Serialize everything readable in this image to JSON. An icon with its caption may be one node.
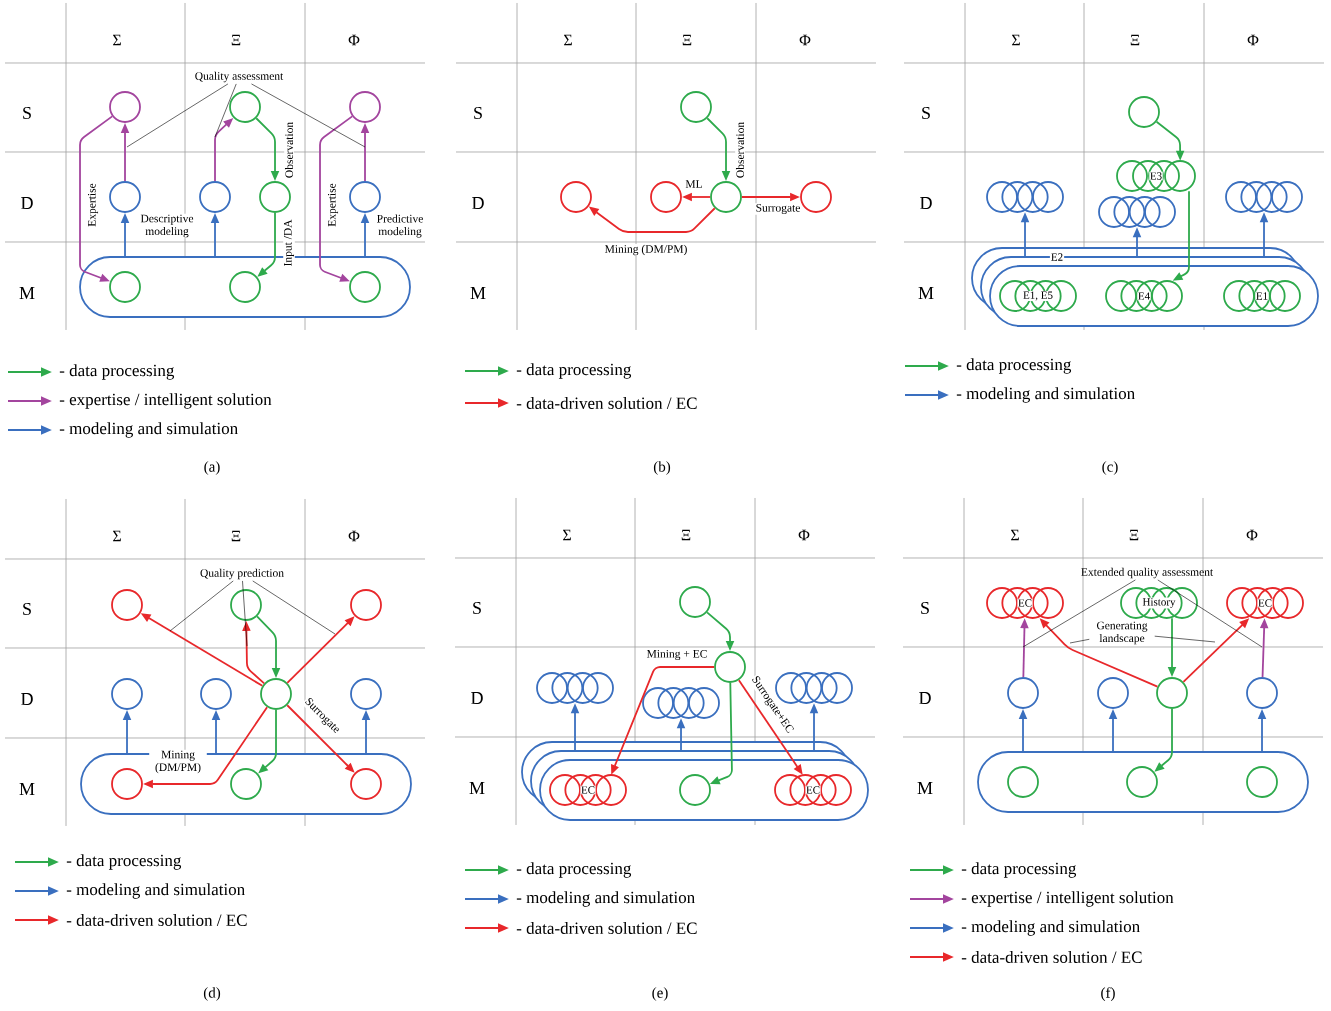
{
  "diagram": {
    "nodes": [
      {
        "text": [
          "Quality assessment"
        ]
      },
      {
        "text": [],
        "shape": "circle"
      },
      {
        "text": [],
        "shape": "circle"
      },
      {
        "text": [],
        "shape": "circle"
      },
      {
        "text": [],
        "shape": "circle"
      },
      {
        "text": [],
        "shape": "circle"
      },
      {
        "text": [],
        "shape": "circle"
      },
      {
        "text": [],
        "shape": "circle"
      },
      {
        "text": [],
        "shape": "band"
      },
      {
        "text": [],
        "shape": "circle",
        "in": 8
      },
      {
        "text": [],
        "shape": "circle",
        "in": 8
      },
      {
        "text": [],
        "shape": "circle",
        "in": 8
      },
      {
        "text": [],
        "shape": "circle"
      },
      {
        "text": [],
        "shape": "circle"
      },
      {
        "text": [],
        "shape": "circle"
      },
      {
        "text": [],
        "shape": "circle"
      },
      {
        "text": [],
        "shape": "circle"
      },
      {
        "text": [],
        "shape": "circle"
      },
      {
        "text": [
          "E3"
        ]
      },
      {
        "text": [],
        "shape": "stack"
      },
      {
        "text": [],
        "shape": "stack"
      },
      {
        "text": [],
        "shape": "stack"
      },
      {
        "text": [],
        "shape": "band"
      },
      {
        "text": [
          "E1, E5"
        ],
        "in": 22
      },
      {
        "text": [
          "E4"
        ],
        "in": 22
      },
      {
        "text": [
          "E1"
        ],
        "in": 22
      },
      {
        "text": [
          "Quality prediction"
        ]
      },
      {
        "text": [],
        "shape": "circle"
      },
      {
        "text": [],
        "shape": "circle"
      },
      {
        "text": [],
        "shape": "circle"
      },
      {
        "text": [],
        "shape": "circle"
      },
      {
        "text": [],
        "shape": "circle"
      },
      {
        "text": [],
        "shape": "circle"
      },
      {
        "text": [],
        "shape": "circle"
      },
      {
        "text": [],
        "shape": "band"
      },
      {
        "text": [],
        "shape": "circle",
        "in": 34
      },
      {
        "text": [],
        "shape": "circle",
        "in": 34
      },
      {
        "text": [],
        "shape": "circle",
        "in": 34
      },
      {
        "text": [],
        "shape": "circle"
      },
      {
        "text": [],
        "shape": "circle"
      },
      {
        "text": [],
        "shape": "stack"
      },
      {
        "text": [],
        "shape": "stack"
      },
      {
        "text": [],
        "shape": "stack"
      },
      {
        "text": [],
        "shape": "band"
      },
      {
        "text": [
          "EC"
        ],
        "in": 43
      },
      {
        "text": [],
        "shape": "circle",
        "in": 43
      },
      {
        "text": [
          "EC"
        ],
        "in": 43
      },
      {
        "text": [
          "Extended quality assessment"
        ]
      },
      {
        "text": [
          "EC"
        ]
      },
      {
        "text": [
          "History"
        ]
      },
      {
        "text": [
          "EC"
        ]
      },
      {
        "text": [
          "Generating landscape"
        ]
      },
      {
        "text": [],
        "shape": "circle"
      },
      {
        "text": [],
        "shape": "circle"
      },
      {
        "text": [],
        "shape": "circle"
      },
      {
        "text": [],
        "shape": "circle"
      },
      {
        "text": [],
        "shape": "band"
      },
      {
        "text": [],
        "shape": "circle",
        "in": 56
      },
      {
        "text": [],
        "shape": "circle",
        "in": 56
      },
      {
        "text": [],
        "shape": "circle",
        "in": 56
      }
    ],
    "edges": [
      {
        "from": 1,
        "to": 9,
        "arrow": "to",
        "color": "#a3459e",
        "label": "Expertise"
      },
      {
        "from": 4,
        "to": 1,
        "arrow": "to",
        "color": "#a3459e"
      },
      {
        "from": 8,
        "to": 4,
        "arrow": "to",
        "color": "#3a6fbf",
        "label": "Descriptive modeling"
      },
      {
        "from": 8,
        "to": 5,
        "arrow": "to",
        "color": "#3a6fbf"
      },
      {
        "from": 5,
        "to": 2,
        "arrow": "to",
        "color": "#a3459e"
      },
      {
        "from": 2,
        "to": 6,
        "arrow": "to",
        "color": "#2eaa4c",
        "label": "Observation"
      },
      {
        "from": 6,
        "to": 10,
        "arrow": "to",
        "color": "#2eaa4c",
        "label": "Input /DA"
      },
      {
        "from": 3,
        "to": 11,
        "arrow": "to",
        "color": "#a3459e",
        "label": "Expertise"
      },
      {
        "from": 7,
        "to": 3,
        "arrow": "to",
        "color": "#a3459e"
      },
      {
        "from": 8,
        "to": 7,
        "arrow": "to",
        "color": "#3a6fbf",
        "label": "Predictive modeling"
      },
      {
        "from": 0,
        "to": null,
        "arrow": "none",
        "color": "#000000"
      },
      {
        "from": 0,
        "to": null,
        "arrow": "none",
        "color": "#000000"
      },
      {
        "from": 0,
        "to": null,
        "arrow": "none",
        "color": "#000000"
      },
      {
        "from": 12,
        "to": 15,
        "arrow": "to",
        "color": "#2eaa4c",
        "label": "Observation"
      },
      {
        "from": 15,
        "to": 14,
        "arrow": "to",
        "color": "#e8282b",
        "label": "ML"
      },
      {
        "from": 15,
        "to": 16,
        "arrow": "to",
        "color": "#e8282b",
        "label": "Surrogate"
      },
      {
        "from": 15,
        "to": 13,
        "arrow": "to",
        "color": "#e8282b",
        "label": "Mining (DM/PM)"
      },
      {
        "from": 17,
        "to": 18,
        "arrow": "to",
        "color": "#2eaa4c"
      },
      {
        "from": 18,
        "to": 24,
        "arrow": "to",
        "color": "#2eaa4c"
      },
      {
        "from": 22,
        "to": 19,
        "arrow": "to",
        "color": "#3a6fbf"
      },
      {
        "from": 22,
        "to": 20,
        "arrow": "to",
        "color": "#3a6fbf"
      },
      {
        "from": 22,
        "to": 21,
        "arrow": "to",
        "color": "#3a6fbf"
      },
      {
        "from": 32,
        "to": 27,
        "arrow": "to",
        "color": "#e8282b"
      },
      {
        "from": 32,
        "to": 28,
        "arrow": "to",
        "color": "#e8282b"
      },
      {
        "from": 28,
        "to": 32,
        "arrow": "to",
        "color": "#2eaa4c"
      },
      {
        "from": 32,
        "to": 29,
        "arrow": "to",
        "color": "#e8282b"
      },
      {
        "from": 32,
        "to": 37,
        "arrow": "to",
        "color": "#e8282b",
        "label": "Surrogate"
      },
      {
        "from": 32,
        "to": 35,
        "arrow": "to",
        "color": "#e8282b",
        "label": "Mining (DM/PM)"
      },
      {
        "from": 32,
        "to": 36,
        "arrow": "to",
        "color": "#2eaa4c"
      },
      {
        "from": 34,
        "to": 30,
        "arrow": "to",
        "color": "#3a6fbf"
      },
      {
        "from": 34,
        "to": 31,
        "arrow": "to",
        "color": "#3a6fbf"
      },
      {
        "from": 34,
        "to": 33,
        "arrow": "to",
        "color": "#3a6fbf"
      },
      {
        "from": 26,
        "to": null,
        "arrow": "none",
        "color": "#000000"
      },
      {
        "from": 26,
        "to": null,
        "arrow": "none",
        "color": "#000000"
      },
      {
        "from": 26,
        "to": null,
        "arrow": "none",
        "color": "#000000"
      },
      {
        "from": 38,
        "to": 39,
        "arrow": "to",
        "color": "#2eaa4c"
      },
      {
        "from": 39,
        "to": 44,
        "arrow": "to",
        "color": "#e8282b",
        "label": "Mining + EC"
      },
      {
        "from": 39,
        "to": 45,
        "arrow": "to",
        "color": "#2eaa4c"
      },
      {
        "from": 39,
        "to": 46,
        "arrow": "to",
        "color": "#e8282b",
        "label": "Surrogate+EC"
      },
      {
        "from": 43,
        "to": 40,
        "arrow": "to",
        "color": "#3a6fbf"
      },
      {
        "from": 43,
        "to": 41,
        "arrow": "to",
        "color": "#3a6fbf"
      },
      {
        "from": 43,
        "to": 42,
        "arrow": "to",
        "color": "#3a6fbf"
      },
      {
        "from": 52,
        "to": 48,
        "arrow": "to",
        "color": "#a3459e"
      },
      {
        "from": 55,
        "to": 50,
        "arrow": "to",
        "color": "#a3459e"
      },
      {
        "from": 49,
        "to": 54,
        "arrow": "to",
        "color": "#2eaa4c"
      },
      {
        "from": 54,
        "to": 48,
        "arrow": "to",
        "color": "#e8282b"
      },
      {
        "from": 54,
        "to": 50,
        "arrow": "to",
        "color": "#e8282b"
      },
      {
        "from": 54,
        "to": 58,
        "arrow": "to",
        "color": "#2eaa4c"
      },
      {
        "from": 56,
        "to": 52,
        "arrow": "to",
        "color": "#3a6fbf"
      },
      {
        "from": 56,
        "to": 53,
        "arrow": "to",
        "color": "#3a6fbf"
      },
      {
        "from": 56,
        "to": 55,
        "arrow": "to",
        "color": "#3a6fbf"
      },
      {
        "from": 47,
        "to": null,
        "arrow": "none",
        "color": "#000000"
      },
      {
        "from": 47,
        "to": null,
        "arrow": "none",
        "color": "#000000"
      },
      {
        "from": 51,
        "to": null,
        "arrow": "none",
        "color": "#000000"
      },
      {
        "from": 51,
        "to": null,
        "arrow": "none",
        "color": "#000000"
      }
    ],
    "labels": [
      "Σ",
      "Ξ",
      "Φ",
      "S",
      "D",
      "M",
      "(a)",
      "Σ",
      "Ξ",
      "Φ",
      "S",
      "D",
      "M",
      "(b)",
      "Σ",
      "Ξ",
      "Φ",
      "S",
      "D",
      "M",
      "E2",
      "(c)",
      "Σ",
      "Ξ",
      "Φ",
      "S",
      "D",
      "M",
      "(d)",
      "Σ",
      "Ξ",
      "Φ",
      "S",
      "D",
      "M",
      "(e)",
      "Σ",
      "Ξ",
      "Φ",
      "S",
      "D",
      "M",
      "(f)"
    ],
    "legend": [
      {
        "text": "- data processing",
        "color": "#2eaa4c"
      },
      {
        "text": "- expertise / intelligent solution",
        "color": "#a3459e"
      },
      {
        "text": "- modeling and simulation",
        "color": "#3a6fbf"
      },
      {
        "text": "- data processing",
        "color": "#2eaa4c"
      },
      {
        "text": "- data-driven solution / EC",
        "color": "#e8282b"
      },
      {
        "text": "- data processing",
        "color": "#2eaa4c"
      },
      {
        "text": "- modeling and simulation",
        "color": "#3a6fbf"
      },
      {
        "text": "- data processing",
        "color": "#2eaa4c"
      },
      {
        "text": "- modeling and simulation",
        "color": "#3a6fbf"
      },
      {
        "text": "- data-driven solution / EC",
        "color": "#e8282b"
      },
      {
        "text": "- data processing",
        "color": "#2eaa4c"
      },
      {
        "text": "- modeling and simulation",
        "color": "#3a6fbf"
      },
      {
        "text": "- data-driven solution / EC",
        "color": "#e8282b"
      },
      {
        "text": "- data processing",
        "color": "#2eaa4c"
      },
      {
        "text": "- expertise / intelligent solution",
        "color": "#a3459e"
      },
      {
        "text": "- modeling and simulation",
        "color": "#3a6fbf"
      },
      {
        "text": "- data-driven solution / EC",
        "color": "#e8282b"
      }
    ]
  }
}
